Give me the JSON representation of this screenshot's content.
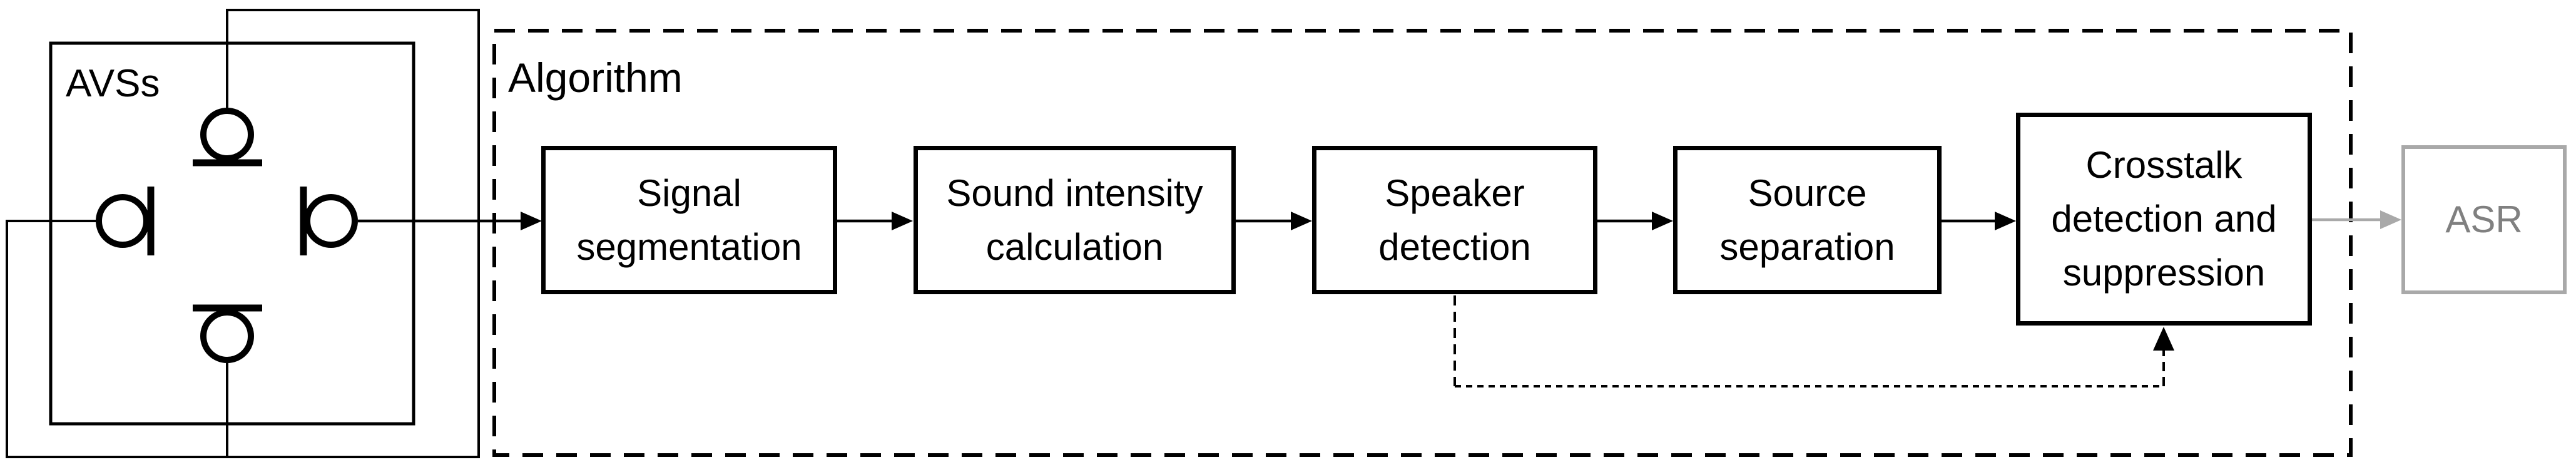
{
  "figure": {
    "avs": {
      "label": "AVSs"
    },
    "algorithm": {
      "label": "Algorithm",
      "boxes": [
        {
          "lines": [
            "Signal",
            "segmentation"
          ]
        },
        {
          "lines": [
            "Sound intensity",
            "calculation"
          ]
        },
        {
          "lines": [
            "Speaker",
            "detection"
          ]
        },
        {
          "lines": [
            "Source",
            "separation"
          ]
        },
        {
          "lines": [
            "Crosstalk",
            "detection and",
            "suppression"
          ]
        }
      ]
    },
    "asr": {
      "label": "ASR"
    },
    "colors": {
      "line_black": "#000000",
      "asr_gray_border": "#a9a9a9",
      "asr_gray_text": "#808080"
    }
  }
}
